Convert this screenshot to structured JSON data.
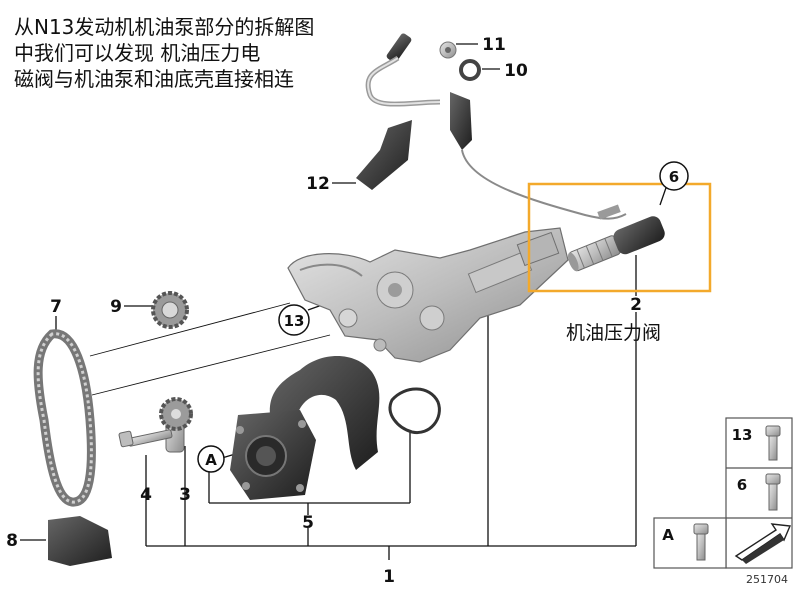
{
  "caption": {
    "line1": "从N13发动机机油泵部分的拆解图",
    "line2": "中我们可以发现 机油压力电",
    "line3": "磁阀与机油泵和油底壳直接相连"
  },
  "highlight_label": "机油压力阀",
  "highlight_color": "#f3a92b",
  "reference_number": "251704",
  "callouts": {
    "c1": "1",
    "c2": "2",
    "c3": "3",
    "c4": "4",
    "c5": "5",
    "c6": "6",
    "c7": "7",
    "c8": "8",
    "c9": "9",
    "c10": "10",
    "c11": "11",
    "c12": "12",
    "c13": "13",
    "cA": "A"
  },
  "legend": {
    "row13": "13",
    "row6": "6",
    "rowA": "A"
  },
  "icons": [
    "bolt-icon",
    "arrow-icon"
  ]
}
